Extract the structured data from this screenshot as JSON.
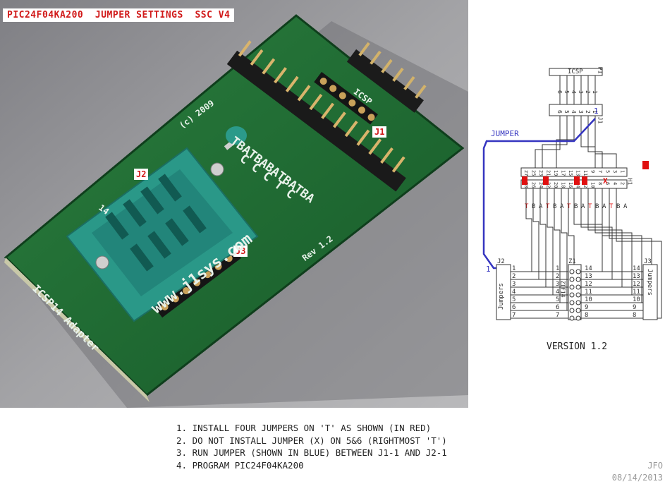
{
  "photo": {
    "title": "PIC24F04KA200  JUMPER SETTINGS  SSC V4",
    "labels": {
      "j1": "J1",
      "j2": "J2",
      "j3": "J3"
    },
    "silkscreen": {
      "copyright": "(c) 2009",
      "icsp": "ICSP",
      "pin_letters_1": "TBATBABATBATBA",
      "pin_letters_2": "C  C C T  C",
      "website": "www.j1sys.com",
      "rev": "Rev 1.2",
      "adapter": "ICSP14 Adapter",
      "socket_count": "14"
    },
    "colors": {
      "board": "#1f6b33",
      "socket": "#2b9a8a",
      "background": "#8f8f93"
    }
  },
  "schematic": {
    "jumper_label": "JUMPER",
    "jumper_color": "#3535c0",
    "red_marker_color": "#e01010",
    "x_marker": "X",
    "pin_one": "1",
    "connector_names": {
      "icsp": "ICSP",
      "p1": "P1",
      "j1": "J1",
      "j2": "J2",
      "j3": "J3",
      "zif": "Z1",
      "h1": "H1",
      "zif_body": "ZIF14",
      "jumpers": "Jumpers"
    },
    "icsp_pins": [
      "6",
      "5",
      "4",
      "3",
      "2",
      "1"
    ],
    "h1_top_pins": [
      "27",
      "25",
      "23",
      "21",
      "19",
      "17",
      "15",
      "13",
      "11",
      "9",
      "7",
      "5",
      "3",
      "1"
    ],
    "h1_bottom_pins": [
      "28",
      "26",
      "24",
      "22",
      "20",
      "18",
      "16",
      "14",
      "12",
      "10",
      "8",
      "6",
      "4",
      "2"
    ],
    "tba_letters": [
      "T",
      "B",
      "A",
      "T",
      "B",
      "A",
      "T",
      "B",
      "A",
      "T",
      "B",
      "A",
      "T",
      "B",
      "A"
    ],
    "left_pins": [
      "1",
      "2",
      "3",
      "4",
      "5",
      "6",
      "7"
    ],
    "right_pins": [
      "14",
      "13",
      "12",
      "11",
      "10",
      "9",
      "8"
    ],
    "version": "VERSION 1.2"
  },
  "notes": [
    "1. INSTALL FOUR JUMPERS ON 'T' AS SHOWN (IN RED)",
    "2. DO NOT INSTALL JUMPER (X) ON 5&6 (RIGHTMOST 'T')",
    "3. RUN JUMPER (SHOWN IN BLUE) BETWEEN J1-1 AND J2-1",
    "4. PROGRAM PIC24F04KA200"
  ],
  "signature": {
    "initials": "JFO",
    "date": "08/14/2013"
  }
}
